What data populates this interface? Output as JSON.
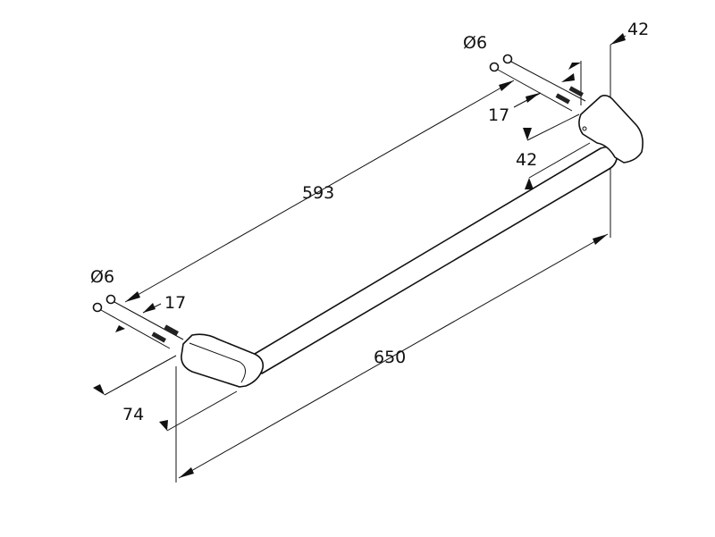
{
  "drawing": {
    "dimensions": {
      "inner_length": "593",
      "overall_length": "650",
      "depth_left": "74",
      "bracket_width_top": "42",
      "bar_offset": "42",
      "anchor_spacing_right": "17",
      "anchor_spacing_left": "17",
      "hole_diameter_right": "Ø6",
      "hole_diameter_left": "Ø6"
    }
  }
}
